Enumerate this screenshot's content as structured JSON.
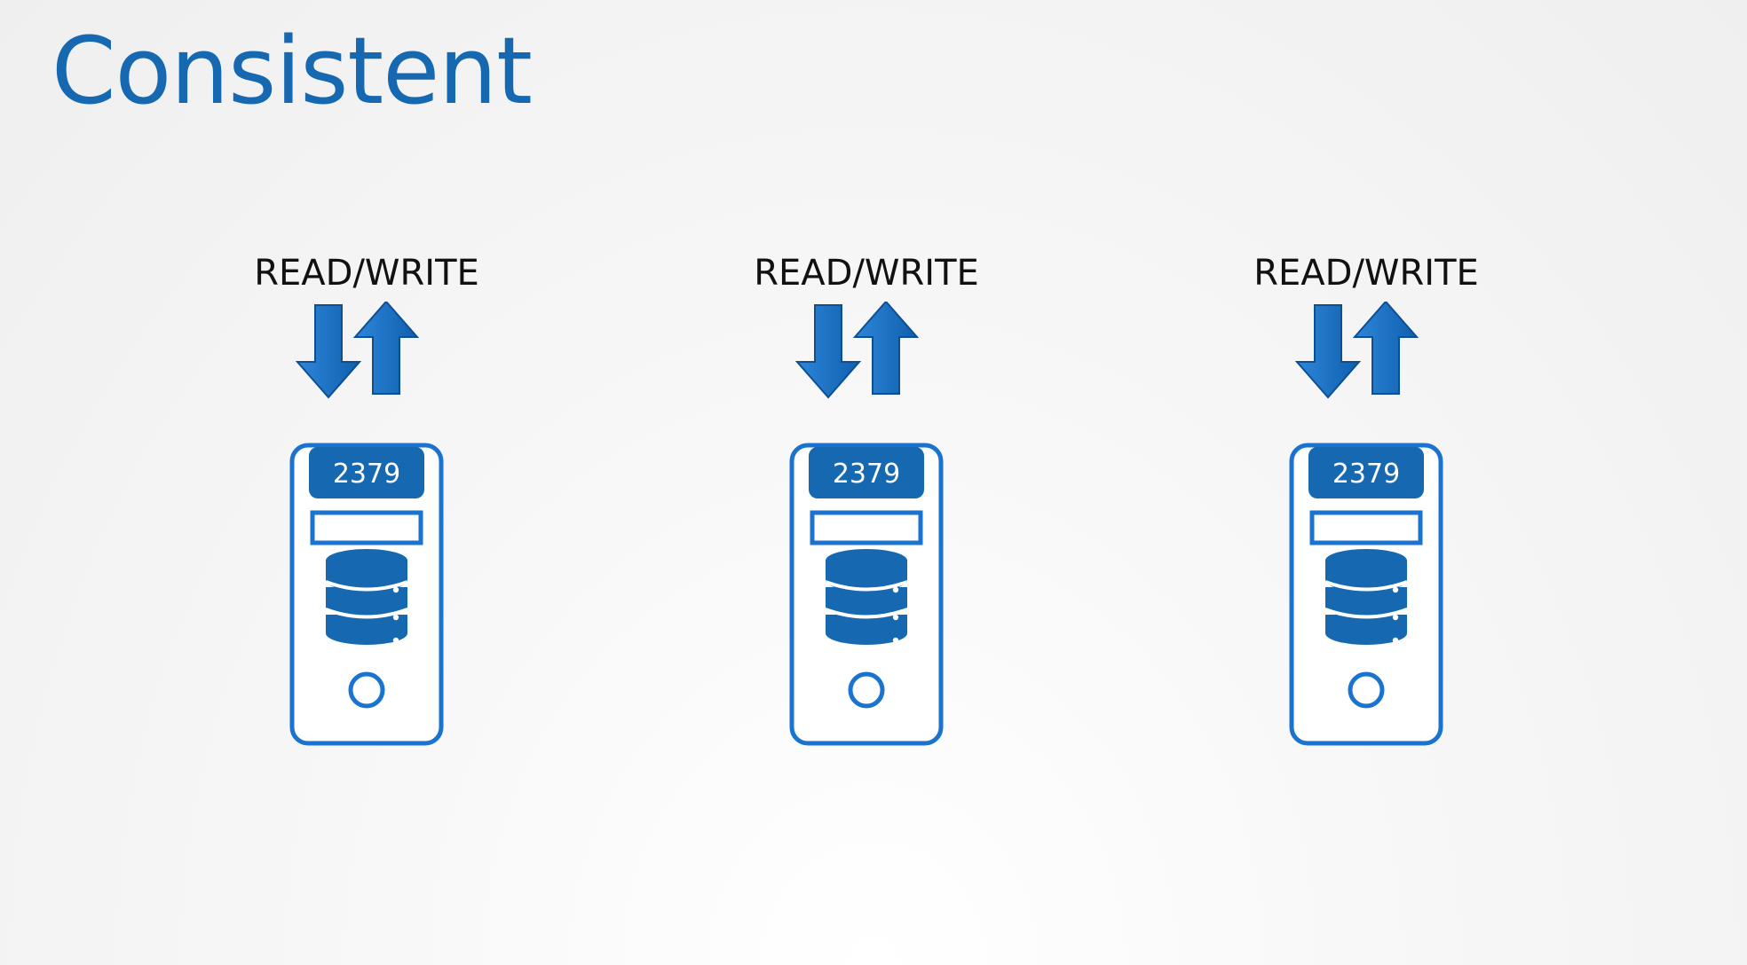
{
  "title": "Consistent",
  "colors": {
    "accent": "#1668b1",
    "outline": "#1a73cf",
    "label": "#111111"
  },
  "nodes": [
    {
      "label": "READ/WRITE",
      "port": "2379"
    },
    {
      "label": "READ/WRITE",
      "port": "2379"
    },
    {
      "label": "READ/WRITE",
      "port": "2379"
    }
  ]
}
